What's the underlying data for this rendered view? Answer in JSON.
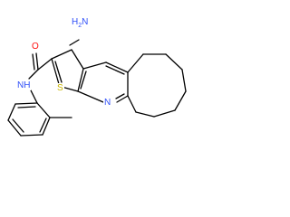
{
  "colors": {
    "background": "#ffffff",
    "bond": "#000000",
    "carbon": "#000000",
    "oxygen": "#ff0d0d",
    "nitrogen": "#3050f8",
    "sulfur": "#c8b400"
  },
  "labels": {
    "amino_h": "H",
    "amino_sub": "2",
    "amino_n": "N",
    "carbonyl_o": "O",
    "amide_nh": "NH",
    "thiophene_s": "S",
    "pyridine_n": "N"
  }
}
